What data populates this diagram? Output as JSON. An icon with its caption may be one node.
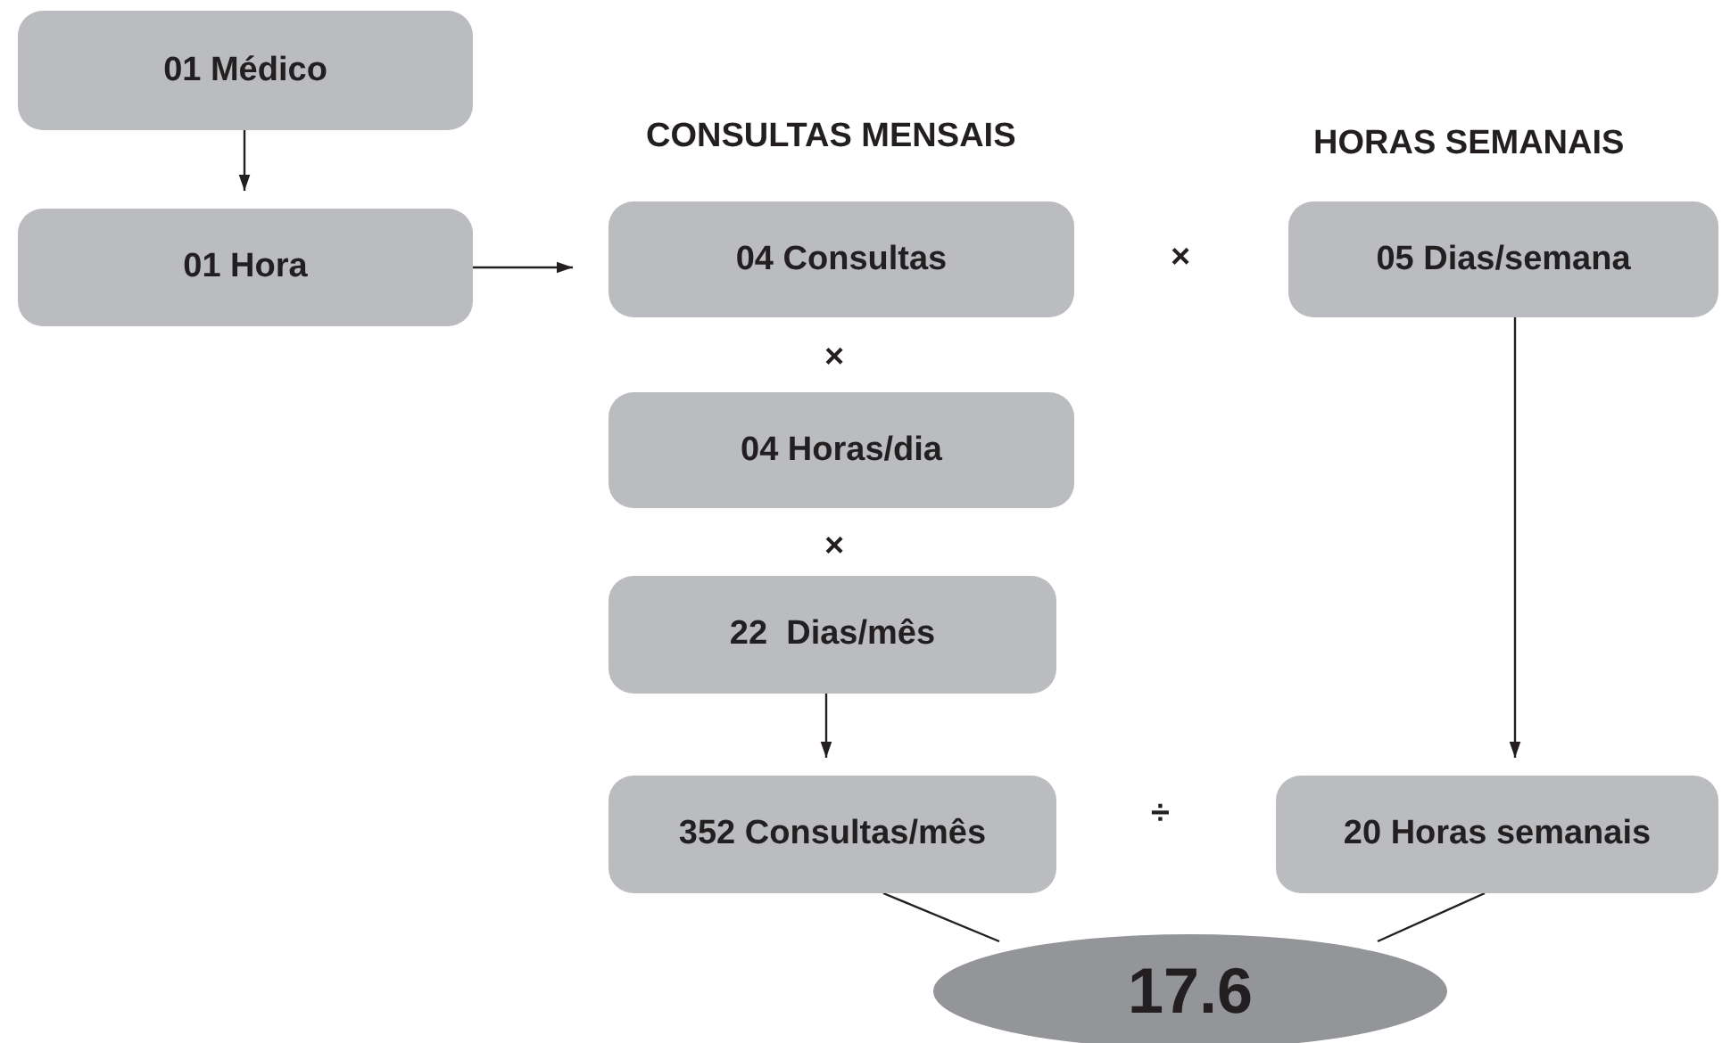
{
  "diagram": {
    "nodes": [
      {
        "text": [
          "01 Médico"
        ]
      },
      {
        "text": [
          "01 Hora"
        ]
      },
      {
        "text": [
          "04 Consultas"
        ]
      },
      {
        "text": [
          "04 Horas/dia"
        ]
      },
      {
        "text": [
          "22  Dias/mês"
        ]
      },
      {
        "text": [
          "352 Consultas/mês"
        ]
      },
      {
        "text": [
          "05 Dias/semana"
        ]
      },
      {
        "text": [
          "20 Horas semanais"
        ]
      },
      {
        "text": [
          "17.6"
        ]
      }
    ],
    "edges": [
      {
        "from": 0,
        "to": 1,
        "arrow": "to"
      },
      {
        "from": 1,
        "to": 2,
        "arrow": "to"
      },
      {
        "from": 4,
        "to": 5,
        "arrow": "to"
      },
      {
        "from": 6,
        "to": 7,
        "arrow": "to"
      },
      {
        "from": 5,
        "to": 8,
        "arrow": "none"
      },
      {
        "from": 7,
        "to": 8,
        "arrow": "none"
      }
    ],
    "labels": [
      "CONSULTAS MENSAIS",
      "HORAS SEMANAIS",
      "×",
      "×",
      "×",
      "÷"
    ]
  }
}
